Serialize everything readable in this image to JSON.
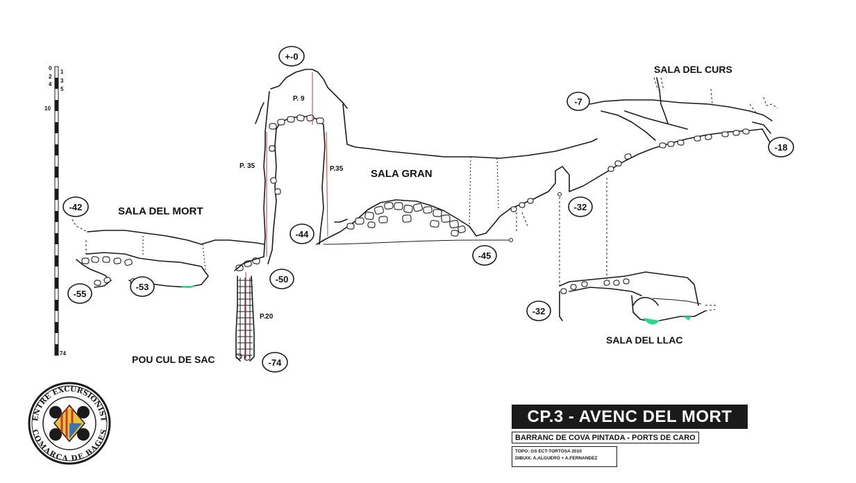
{
  "survey": {
    "title": "CP.3 - AVENC DEL MORT",
    "subtitle": "BARRANC DE COVA PINTADA - PORTS DE CARO",
    "topo": "TOPO: GS ECT-TORTOSA 2010",
    "dibuix": "DIBUIX: A.ALGUERÓ + A.FERNANDEZ"
  },
  "chambers": {
    "sala_del_mort": "SALA DEL MORT",
    "sala_gran": "SALA GRAN",
    "sala_del_curs": "SALA DEL CURS",
    "sala_del_llac": "SALA DEL LLAC",
    "pou_cul_de_sac": "POU CUL DE SAC"
  },
  "pitches": {
    "p9": "P. 9",
    "p35_left": "P. 35",
    "p35_right": "P.35",
    "p20": "P.20"
  },
  "depths": {
    "entrance": "+-0",
    "d7": "-7",
    "d18": "-18",
    "d32_top": "-32",
    "d32_bottom": "-32",
    "d42": "-42",
    "d44": "-44",
    "d45": "-45",
    "d50": "-50",
    "d53": "-53",
    "d55": "-55",
    "d74": "-74"
  },
  "scale": {
    "ticks_left": [
      "0",
      "2",
      "4",
      "10"
    ],
    "ticks_right": [
      "1",
      "3",
      "5"
    ],
    "bottom": "74"
  },
  "logo": {
    "top_text": "CENTRE EXCURSIONISTA",
    "bottom_text": "COMARCA DE BAGES",
    "ring_color": "#1a1a1a",
    "shield_colors": [
      "#c63a2f",
      "#e8c23a",
      "#2d6ab3"
    ]
  },
  "colors": {
    "water": "#2fd88a",
    "rope": "#d23b3b",
    "ink": "#1a1a1a"
  }
}
